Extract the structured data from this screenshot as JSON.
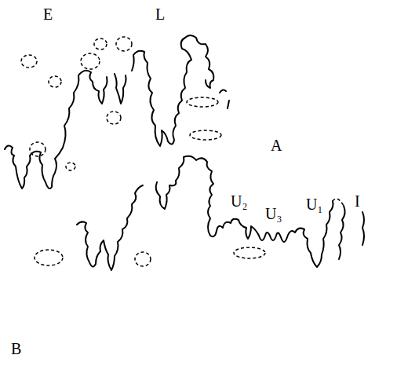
{
  "diagram": {
    "labels": [
      "E",
      "L",
      "A",
      "U₂",
      "U₃",
      "U₁",
      "I",
      "B"
    ]
  }
}
